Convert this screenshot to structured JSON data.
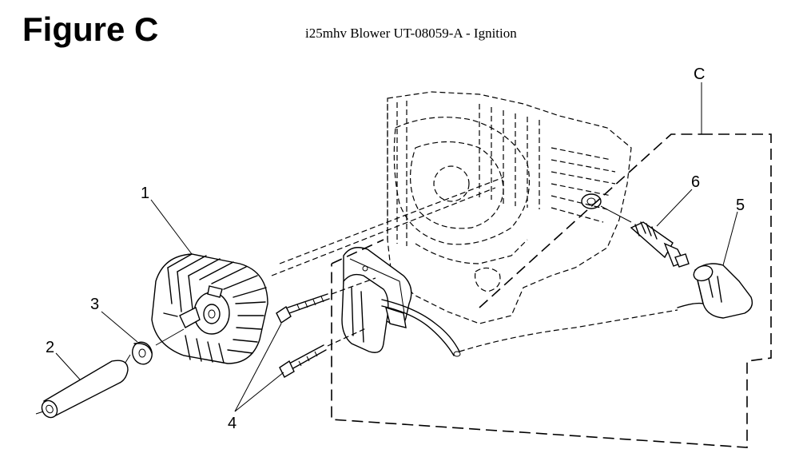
{
  "figure_label": "Figure C",
  "title": "i25mhv Blower UT-08059-A - Ignition",
  "callouts": {
    "c1": "1",
    "c2": "2",
    "c3": "3",
    "c4": "4",
    "c5": "5",
    "c6": "6",
    "cC": "C"
  }
}
